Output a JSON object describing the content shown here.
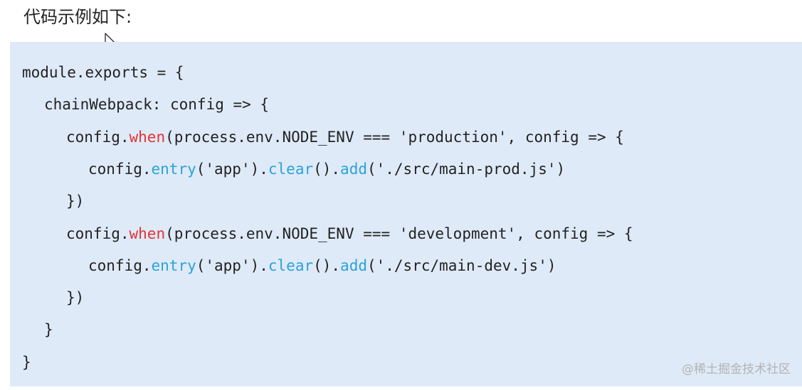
{
  "heading": "代码示例如下:",
  "code": {
    "lines": [
      {
        "indent": 0,
        "tokens": [
          {
            "text": "module.exports = {",
            "style": "plain"
          }
        ]
      },
      {
        "indent": 1,
        "tokens": [
          {
            "text": "chainWebpack: config => {",
            "style": "plain"
          }
        ]
      },
      {
        "indent": 2,
        "tokens": [
          {
            "text": "config.",
            "style": "plain"
          },
          {
            "text": "when",
            "style": "red"
          },
          {
            "text": "(process.env.NODE_ENV === 'production', config => {",
            "style": "plain"
          }
        ]
      },
      {
        "indent": 3,
        "tokens": [
          {
            "text": "config.",
            "style": "plain"
          },
          {
            "text": "entry",
            "style": "blue"
          },
          {
            "text": "('app').",
            "style": "plain"
          },
          {
            "text": "clear",
            "style": "blue"
          },
          {
            "text": "().",
            "style": "plain"
          },
          {
            "text": "add",
            "style": "blue"
          },
          {
            "text": "('./src/main-prod.js')",
            "style": "plain"
          }
        ]
      },
      {
        "indent": 2,
        "tokens": [
          {
            "text": "})",
            "style": "plain"
          }
        ]
      },
      {
        "indent": 2,
        "tokens": [
          {
            "text": "config.",
            "style": "plain"
          },
          {
            "text": "when",
            "style": "red"
          },
          {
            "text": "(process.env.NODE_ENV === 'development', config => {",
            "style": "plain"
          }
        ]
      },
      {
        "indent": 3,
        "tokens": [
          {
            "text": "config.",
            "style": "plain"
          },
          {
            "text": "entry",
            "style": "blue"
          },
          {
            "text": "('app').",
            "style": "plain"
          },
          {
            "text": "clear",
            "style": "blue"
          },
          {
            "text": "().",
            "style": "plain"
          },
          {
            "text": "add",
            "style": "blue"
          },
          {
            "text": "('./src/main-dev.js')",
            "style": "plain"
          }
        ]
      },
      {
        "indent": 2,
        "tokens": [
          {
            "text": "})",
            "style": "plain"
          }
        ]
      },
      {
        "indent": 1,
        "tokens": [
          {
            "text": "}",
            "style": "plain"
          }
        ]
      },
      {
        "indent": 0,
        "tokens": [
          {
            "text": "}",
            "style": "plain"
          }
        ]
      }
    ]
  },
  "watermark": "@稀土掘金技术社区",
  "colors": {
    "code_background": "#dfeaf8",
    "keyword_red": "#e53333",
    "method_blue": "#2aa3d8",
    "text": "#222222"
  },
  "icons": {
    "cursor": "mouse-pointer-icon"
  }
}
